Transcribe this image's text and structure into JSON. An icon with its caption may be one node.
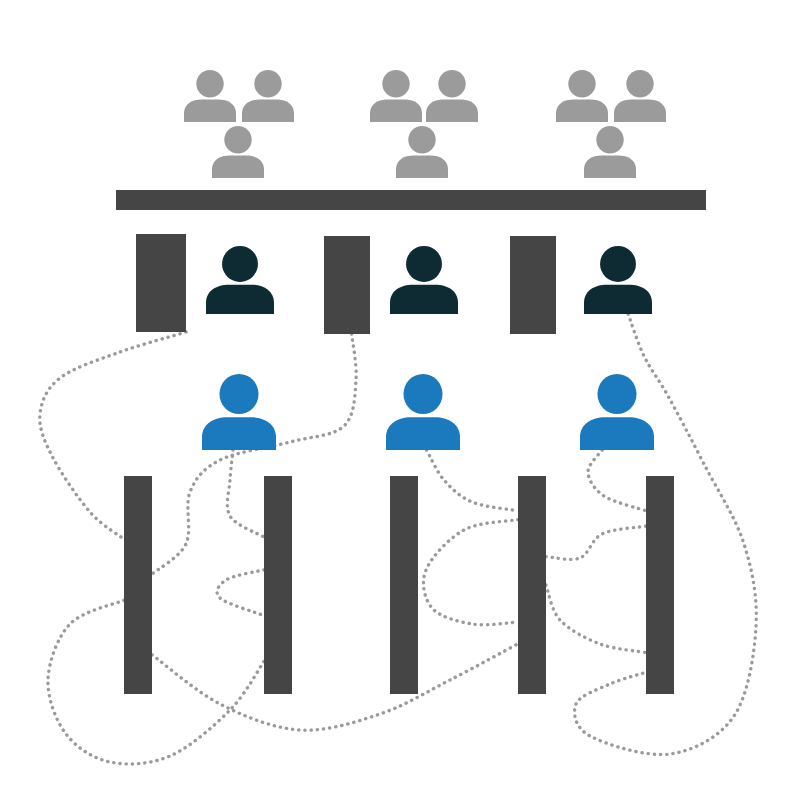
{
  "diagram": {
    "nodes": [
      {
        "text": [],
        "shape": "person"
      },
      {
        "text": [],
        "shape": "person"
      },
      {
        "text": [],
        "shape": "person"
      },
      {
        "text": [],
        "shape": "person"
      },
      {
        "text": [],
        "shape": "person"
      },
      {
        "text": [],
        "shape": "person"
      },
      {
        "text": [],
        "shape": "person"
      },
      {
        "text": [],
        "shape": "person"
      },
      {
        "text": [],
        "shape": "person"
      },
      {
        "text": [],
        "shape": "bar"
      },
      {
        "text": [],
        "shape": "bar"
      },
      {
        "text": [],
        "shape": "person"
      },
      {
        "text": [],
        "shape": "bar"
      },
      {
        "text": [],
        "shape": "person"
      },
      {
        "text": [],
        "shape": "bar"
      },
      {
        "text": [],
        "shape": "person"
      },
      {
        "text": [],
        "shape": "person"
      },
      {
        "text": [],
        "shape": "person"
      },
      {
        "text": [],
        "shape": "person"
      },
      {
        "text": [],
        "shape": "bar"
      },
      {
        "text": [],
        "shape": "bar"
      },
      {
        "text": [],
        "shape": "bar"
      },
      {
        "text": [],
        "shape": "bar"
      },
      {
        "text": [],
        "shape": "bar"
      }
    ],
    "edges": [
      {
        "from": 10,
        "to": 19,
        "arrow": "none",
        "style": "dashed"
      },
      {
        "from": 12,
        "to": 19,
        "arrow": "none",
        "style": "dashed"
      },
      {
        "from": 19,
        "to": 20,
        "arrow": "none",
        "style": "dashed"
      },
      {
        "from": 16,
        "to": 20,
        "arrow": "none",
        "style": "dashed"
      },
      {
        "from": 20,
        "to": 20,
        "arrow": "none",
        "style": "dashed"
      },
      {
        "from": 19,
        "to": 22,
        "arrow": "none",
        "style": "dashed"
      },
      {
        "from": 17,
        "to": 22,
        "arrow": "none",
        "style": "dashed"
      },
      {
        "from": 22,
        "to": 22,
        "arrow": "none",
        "style": "dashed"
      },
      {
        "from": 22,
        "to": 23,
        "arrow": "none",
        "style": "dashed"
      },
      {
        "from": 22,
        "to": 23,
        "arrow": "none",
        "style": "dashed"
      },
      {
        "from": 18,
        "to": 23,
        "arrow": "none",
        "style": "dashed"
      },
      {
        "from": 15,
        "to": 23,
        "arrow": "none",
        "style": "dashed"
      }
    ]
  }
}
